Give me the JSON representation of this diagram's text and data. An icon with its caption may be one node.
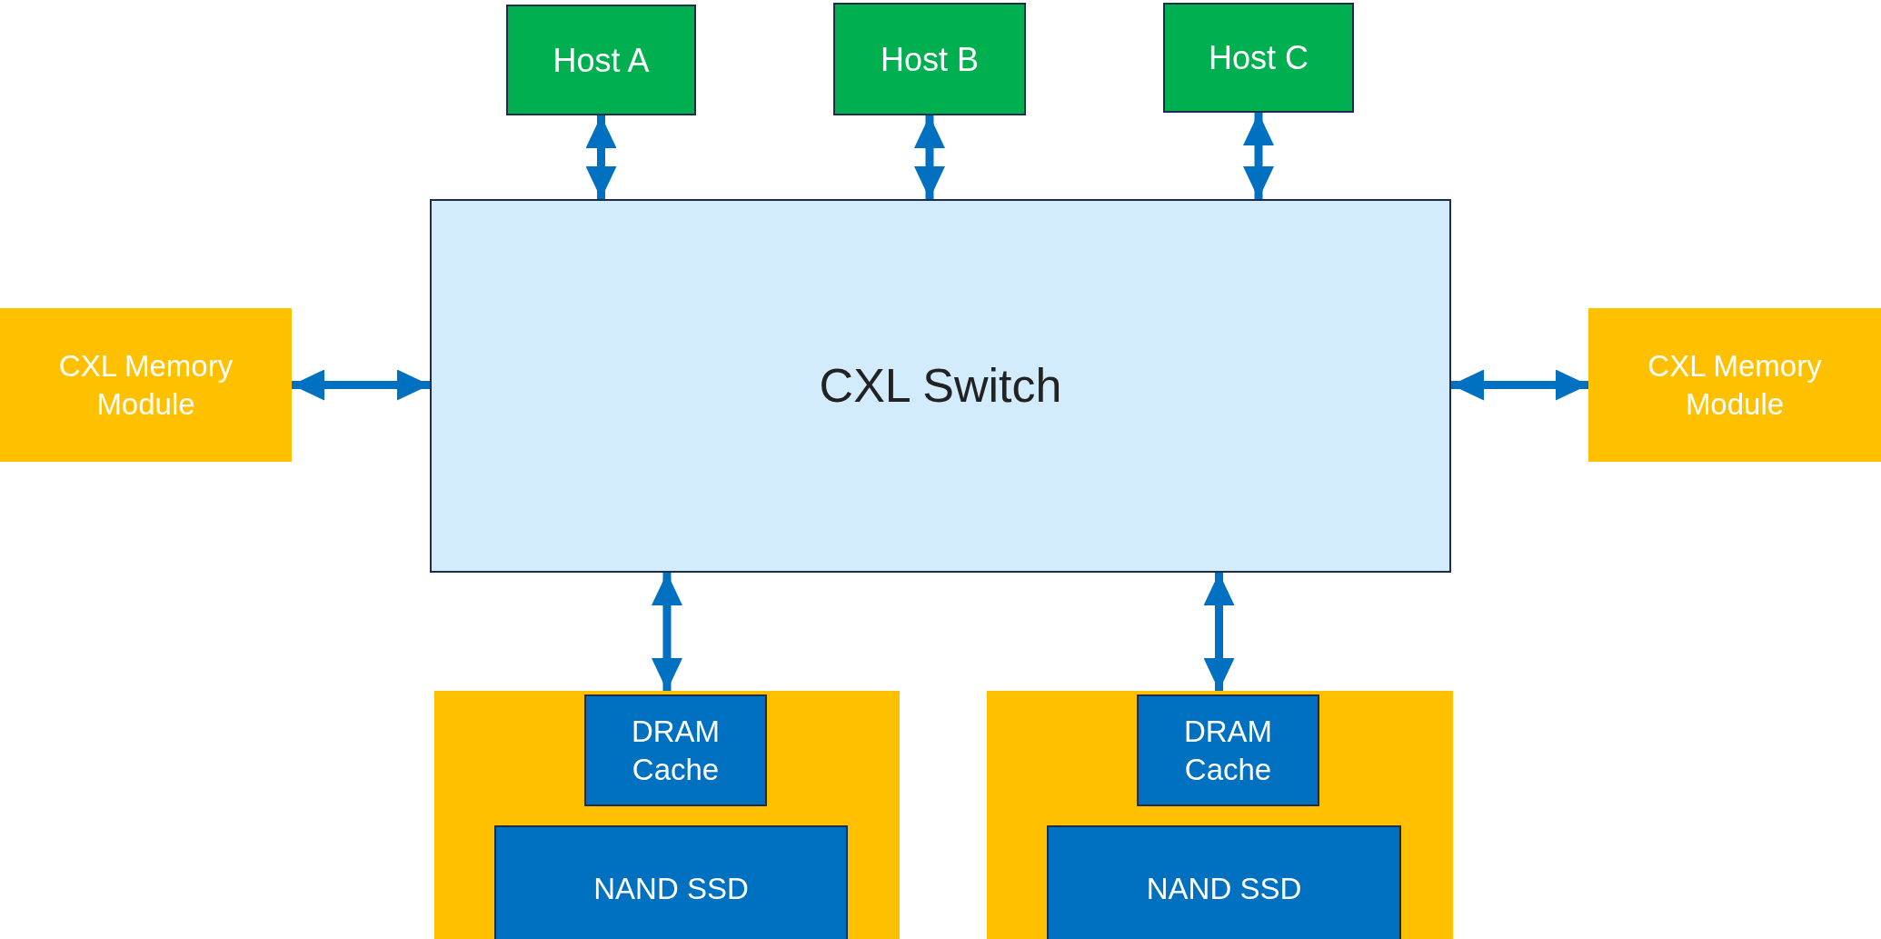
{
  "diagram": {
    "nodes": [
      {
        "text": [
          "Host A"
        ]
      },
      {
        "text": [
          "Host B"
        ]
      },
      {
        "text": [
          "Host C"
        ]
      },
      {
        "text": [
          "CXL Switch"
        ]
      },
      {
        "text": [
          "CXL Memory Module"
        ]
      },
      {
        "text": [
          "CXL Memory Module"
        ]
      },
      {
        "text": [],
        "shape": "box"
      },
      {
        "text": [
          "DRAM Cache"
        ],
        "in": 6
      },
      {
        "text": [
          "NAND SSD"
        ],
        "in": 6
      },
      {
        "text": [],
        "shape": "box"
      },
      {
        "text": [
          "DRAM Cache"
        ],
        "in": 9
      },
      {
        "text": [
          "NAND SSD"
        ],
        "in": 9
      }
    ],
    "edges": [
      {
        "from": 0,
        "to": 3,
        "arrow": "both"
      },
      {
        "from": 1,
        "to": 3,
        "arrow": "both"
      },
      {
        "from": 2,
        "to": 3,
        "arrow": "both"
      },
      {
        "from": 4,
        "to": 3,
        "arrow": "both"
      },
      {
        "from": 5,
        "to": 3,
        "arrow": "both"
      },
      {
        "from": 3,
        "to": 6,
        "arrow": "both"
      },
      {
        "from": 3,
        "to": 9,
        "arrow": "both"
      }
    ]
  }
}
